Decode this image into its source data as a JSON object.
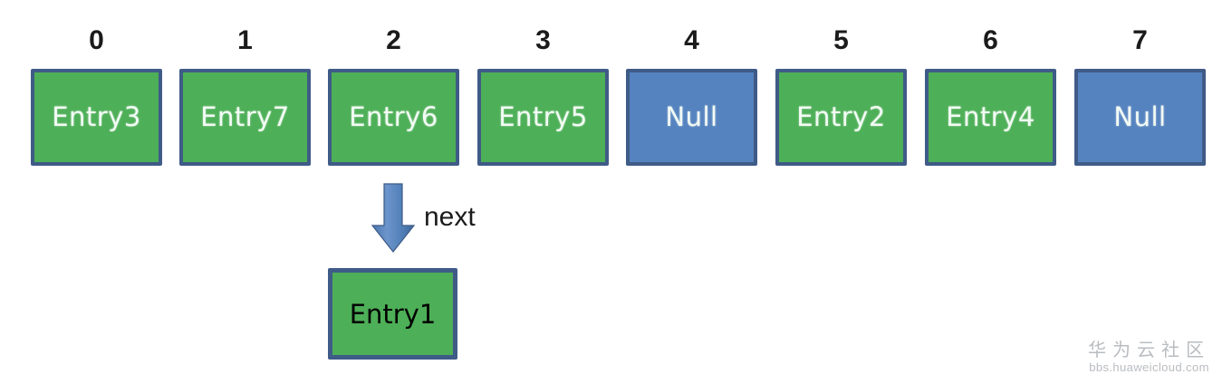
{
  "diagram": {
    "type": "hashmap-bucket-array-with-chaining",
    "colors": {
      "entry_fill": "#4daf57",
      "null_fill": "#5583bf",
      "border": "#3f5b87",
      "arrow": "#5583bf",
      "text_on_cell": "#f2fbf4",
      "label_text": "#1b1b1b",
      "watermark": "#b9bcc0",
      "background": "#ffffff"
    },
    "buckets": [
      {
        "index": "0",
        "label": "Entry3",
        "kind": "entry"
      },
      {
        "index": "1",
        "label": "Entry7",
        "kind": "entry"
      },
      {
        "index": "2",
        "label": "Entry6",
        "kind": "entry"
      },
      {
        "index": "3",
        "label": "Entry5",
        "kind": "entry"
      },
      {
        "index": "4",
        "label": "Null",
        "kind": "null"
      },
      {
        "index": "5",
        "label": "Entry2",
        "kind": "entry"
      },
      {
        "index": "6",
        "label": "Entry4",
        "kind": "entry"
      },
      {
        "index": "7",
        "label": "Null",
        "kind": "null"
      }
    ],
    "chain": {
      "from_bucket_index": "2",
      "arrow_label": "next",
      "arrow_direction": "down",
      "node": {
        "label": "Entry1",
        "kind": "entry"
      }
    }
  },
  "watermark": {
    "cn": "华为云社区",
    "url": "bbs.huaweicloud.com"
  }
}
